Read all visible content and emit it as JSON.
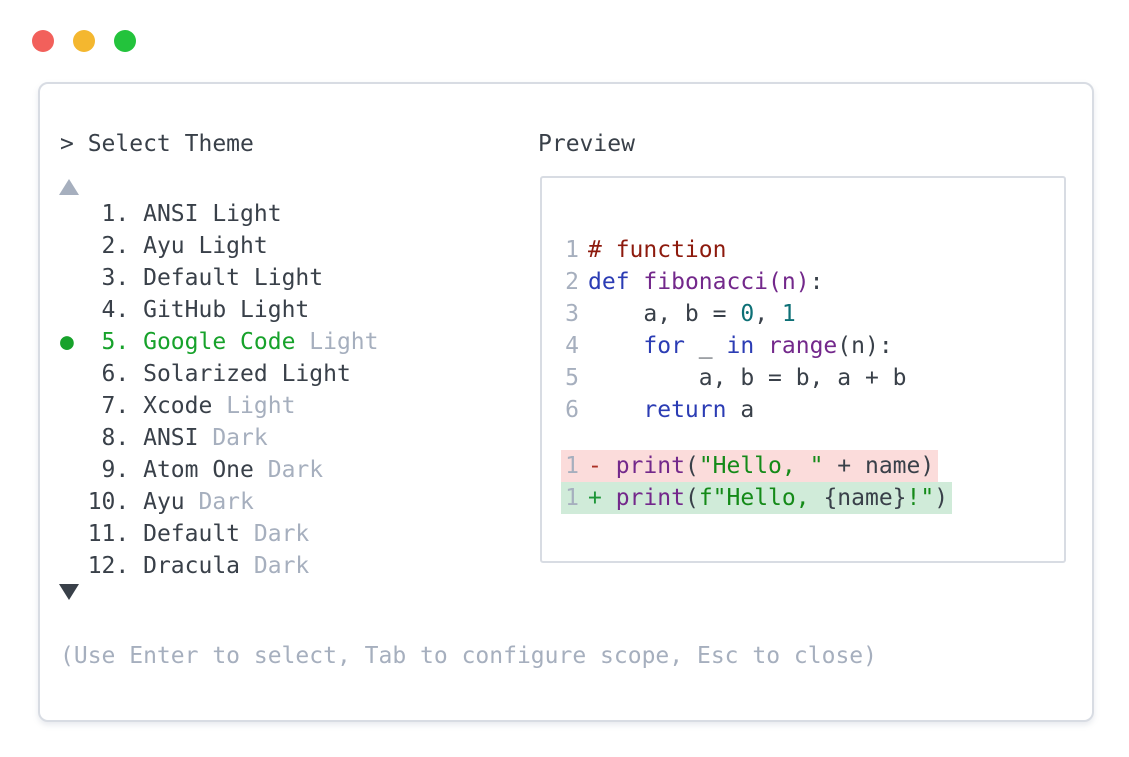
{
  "colors": {
    "dark": "#394049",
    "muted": "#a6afbe",
    "green": "#17a22b",
    "border": "#d8dce3",
    "traffic_red": "#f2605b",
    "traffic_yellow": "#f4b72f",
    "traffic_green": "#23c33c",
    "syn_comment": "#8d1a0d",
    "syn_keyword": "#2b3cb4",
    "syn_title": "#73288b",
    "syn_number": "#0d7076",
    "syn_string": "#148a18",
    "diff_minus": "#ab2f24",
    "diff_plus": "#1d9638",
    "bg_del": "#fbdcdb",
    "bg_add": "#d0ebd9"
  },
  "window": {
    "buttons": [
      "close",
      "minimize",
      "maximize"
    ]
  },
  "picker": {
    "prompt": "> Select Theme",
    "items": [
      {
        "num": 1,
        "name": "ANSI Light",
        "dim": "",
        "selected": false
      },
      {
        "num": 2,
        "name": "Ayu Light",
        "dim": "",
        "selected": false
      },
      {
        "num": 3,
        "name": "Default Light",
        "dim": "",
        "selected": false
      },
      {
        "num": 4,
        "name": "GitHub Light",
        "dim": "",
        "selected": false
      },
      {
        "num": 5,
        "name": "Google Code",
        "dim": "Light",
        "selected": true
      },
      {
        "num": 6,
        "name": "Solarized Light",
        "dim": "",
        "selected": false
      },
      {
        "num": 7,
        "name": "Xcode",
        "dim": "Light",
        "selected": false
      },
      {
        "num": 8,
        "name": "ANSI",
        "dim": "Dark",
        "selected": false
      },
      {
        "num": 9,
        "name": "Atom One",
        "dim": "Dark",
        "selected": false
      },
      {
        "num": 10,
        "name": "Ayu",
        "dim": "Dark",
        "selected": false
      },
      {
        "num": 11,
        "name": "Default",
        "dim": "Dark",
        "selected": false
      },
      {
        "num": 12,
        "name": "Dracula",
        "dim": "Dark",
        "selected": false
      }
    ],
    "hint": "(Use Enter to select, Tab to configure scope, Esc to close)"
  },
  "preview": {
    "label": "Preview",
    "code_lines": [
      {
        "num": "1",
        "tokens": [
          [
            "# function",
            "c"
          ]
        ]
      },
      {
        "num": "2",
        "tokens": [
          [
            "def",
            "k"
          ],
          [
            " ",
            "p"
          ],
          [
            "fibonacci(n)",
            "f"
          ],
          [
            ":",
            "p"
          ]
        ]
      },
      {
        "num": "3",
        "tokens": [
          [
            "    a, b = ",
            "p"
          ],
          [
            "0",
            "n"
          ],
          [
            ", ",
            "p"
          ],
          [
            "1",
            "n"
          ]
        ]
      },
      {
        "num": "4",
        "tokens": [
          [
            "    ",
            "p"
          ],
          [
            "for",
            "k"
          ],
          [
            " _ ",
            "p"
          ],
          [
            "in",
            "k"
          ],
          [
            " ",
            "p"
          ],
          [
            "range",
            "f"
          ],
          [
            "(n):",
            "p"
          ]
        ]
      },
      {
        "num": "5",
        "tokens": [
          [
            "        a, b = b, a + b",
            "p"
          ]
        ]
      },
      {
        "num": "6",
        "tokens": [
          [
            "    ",
            "p"
          ],
          [
            "return",
            "k"
          ],
          [
            " a",
            "p"
          ]
        ]
      }
    ],
    "diff_lines": [
      {
        "num": "1",
        "type": "del",
        "tokens": [
          [
            "- ",
            "dm"
          ],
          [
            "print",
            "f"
          ],
          [
            "(",
            "p"
          ],
          [
            "\"Hello, \"",
            "s"
          ],
          [
            " + name)",
            "p"
          ]
        ]
      },
      {
        "num": "1",
        "type": "add",
        "tokens": [
          [
            "+ ",
            "dp"
          ],
          [
            "print",
            "f"
          ],
          [
            "(",
            "p"
          ],
          [
            "f\"Hello, ",
            "s"
          ],
          [
            "{name}",
            "p"
          ],
          [
            "!\"",
            "s"
          ],
          [
            ")",
            "p"
          ]
        ]
      }
    ]
  }
}
